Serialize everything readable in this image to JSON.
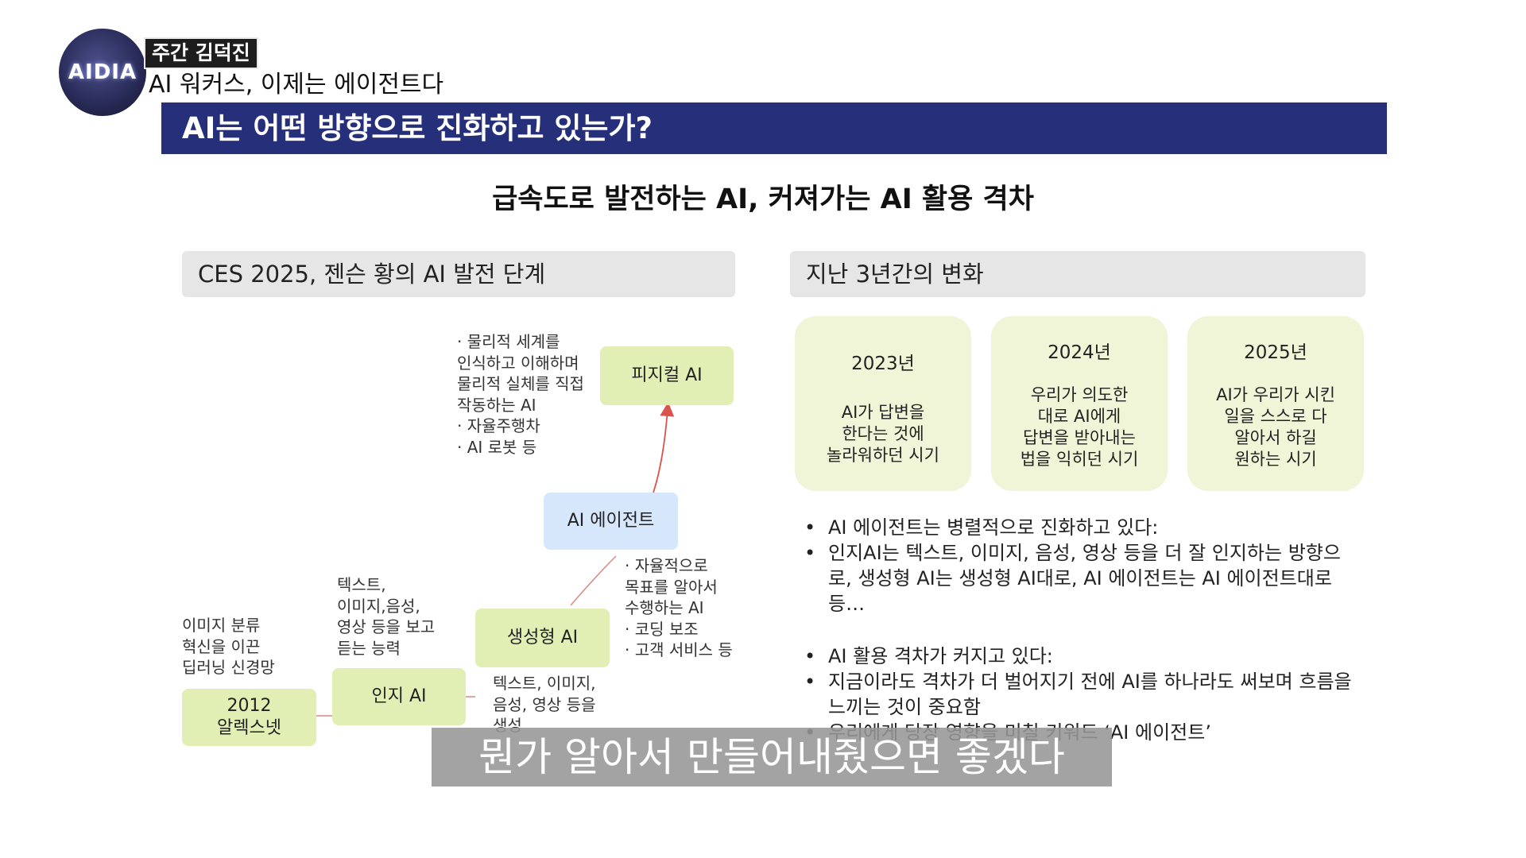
{
  "channel": {
    "logo_text": "AIDIA",
    "tag": "주간 김덕진",
    "episode": "AI 워커스, 이제는 에이전트다"
  },
  "banner": {
    "title": "AI는 어떤 방향으로 진화하고 있는가?"
  },
  "main_title": "급속도로 발전하는 AI, 커져가는 AI 활용 격차",
  "left": {
    "header": "CES 2025, 젠슨 황의 AI 발전 단계",
    "nodes": [
      {
        "id": "alexnet",
        "label": "2012\n알렉스넷",
        "note": "이미지 분류\n혁신을 이끈\n딥러닝 신경망"
      },
      {
        "id": "perception",
        "label": "인지 AI",
        "note": "텍스트,\n이미지,음성,\n영상 등을 보고\n듣는 능력"
      },
      {
        "id": "generative",
        "label": "생성형 AI",
        "note": "텍스트, 이미지,\n음성, 영상 등을\n생성"
      },
      {
        "id": "agent",
        "label": "AI 에이전트",
        "note": "· 자율적으로\n목표를 알아서\n수행하는 AI\n· 코딩 보조\n· 고객 서비스 등"
      },
      {
        "id": "physical",
        "label": "피지컬 AI",
        "note": "· 물리적 세계를\n인식하고 이해하며\n물리적 실체를 직접\n작동하는 AI\n· 자율주행차\n· AI 로봇 등"
      }
    ]
  },
  "right": {
    "header": "지난 3년간의 변화",
    "cards": [
      {
        "year": "2023년",
        "desc": "AI가 답변을\n한다는 것에\n놀라워하던 시기"
      },
      {
        "year": "2024년",
        "desc": "우리가 의도한\n대로 AI에게\n답변을 받아내는\n법을 익히던 시기"
      },
      {
        "year": "2025년",
        "desc": "AI가 우리가 시킨\n일을 스스로 다\n알아서 하길\n원하는 시기"
      }
    ],
    "bullets": [
      "AI 에이전트는 병렬적으로 진화하고 있다:",
      "인지AI는 텍스트, 이미지, 음성, 영상 등을 더 잘 인지하는 방향으로, 생성형 AI는 생성형 AI대로, AI 에이전트는 AI 에이전트대로 등…",
      "AI 활용 격차가 커지고 있다:",
      "지금이라도 격차가 더 벌어지기 전에 AI를 하나라도 써보며 흐름을 느끼는 것이 중요함",
      "우리에게 당장 영향을 미칠 키워드 ‘AI 에이전트’"
    ]
  },
  "caption": "뭔가 알아서 만들어내줬으면 좋겠다",
  "colors": {
    "banner": "#26307a",
    "node_green": "#e1efb4",
    "node_blue": "#d7e7fb",
    "card": "#f0f5d7",
    "arrow": "#d9544a"
  }
}
